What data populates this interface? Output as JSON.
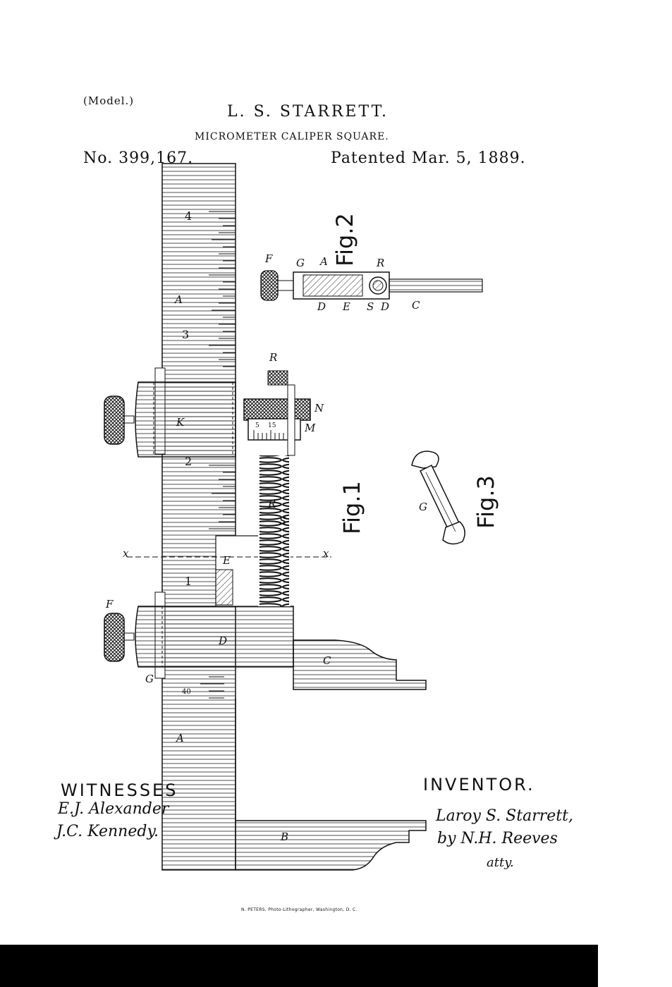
{
  "header": {
    "model": "(Model.)",
    "inventor_name": "L. S. STARRETT.",
    "title": "MICROMETER CALIPER SQUARE.",
    "patent_number": "No. 399,167.",
    "patent_date": "Patented Mar. 5, 1889."
  },
  "figures": {
    "fig1": "Fig.1",
    "fig2": "Fig.2",
    "fig3": "Fig.3"
  },
  "reference_letters": {
    "A_upper": "A",
    "A_lower": "A",
    "B": "B",
    "C": "C",
    "D": "D",
    "E": "E",
    "F_top": "F",
    "F_mid": "F",
    "G": "G",
    "K": "K",
    "M": "M",
    "N": "N",
    "R_top": "R",
    "R_mid": "R",
    "S": "S",
    "x_left": "x",
    "x_right": "x",
    "fig2_D1": "D",
    "fig2_D2": "D",
    "fig2_E": "E",
    "fig2_S": "S",
    "fig2_A": "A",
    "fig2_R": "R",
    "fig2_C": "C",
    "fig2_F": "F",
    "fig2_G": "G",
    "fig3_G": "G"
  },
  "scale": {
    "upper_4": "4",
    "upper_3": "3",
    "upper_2": "2",
    "mid_1": "1",
    "lower_40": "40",
    "micrometer_5": "5",
    "micrometer_15": "15"
  },
  "witnesses": {
    "heading": "WITNESSES",
    "signature_1": "E.J. Alexander",
    "signature_2": "J.C. Kennedy."
  },
  "inventor": {
    "heading": "INVENTOR.",
    "signature": "Laroy S. Starrett,",
    "by_attorney": "by N.H. Reeves",
    "atty": "atty."
  },
  "footer": {
    "printer": "N. PETERS, Photo-Lithographer, Washington, D. C."
  }
}
